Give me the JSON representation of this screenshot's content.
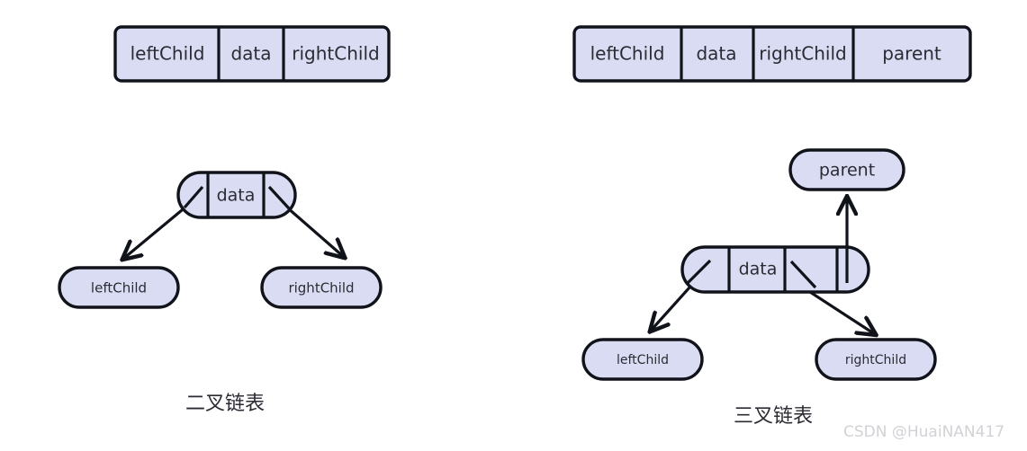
{
  "diagram": {
    "background_color": "#ffffff",
    "node_fill_color": "#dadcf3",
    "node_stroke_color": "#11131a",
    "text_color": "#2b2b33",
    "watermark_color": "#d2d2d6"
  },
  "left_figure": {
    "caption": "二叉链表",
    "struct_box": {
      "cells": [
        {
          "label": "leftChild"
        },
        {
          "label": "data"
        },
        {
          "label": "rightChild"
        }
      ]
    },
    "tree": {
      "root": {
        "cells": [
          {
            "label": ""
          },
          {
            "label": "data"
          },
          {
            "label": ""
          }
        ]
      },
      "children": [
        {
          "label": "leftChild"
        },
        {
          "label": "rightChild"
        }
      ],
      "edges": [
        {
          "from": "root-left-pointer",
          "to": "leftChild"
        },
        {
          "from": "root-right-pointer",
          "to": "rightChild"
        }
      ]
    }
  },
  "right_figure": {
    "caption": "三叉链表",
    "struct_box": {
      "cells": [
        {
          "label": "leftChild"
        },
        {
          "label": "data"
        },
        {
          "label": "rightChild"
        },
        {
          "label": "parent"
        }
      ]
    },
    "tree": {
      "root": {
        "cells": [
          {
            "label": ""
          },
          {
            "label": "data"
          },
          {
            "label": ""
          },
          {
            "label": ""
          }
        ]
      },
      "parent": {
        "label": "parent"
      },
      "children": [
        {
          "label": "leftChild"
        },
        {
          "label": "rightChild"
        }
      ],
      "edges": [
        {
          "from": "root-left-pointer",
          "to": "leftChild"
        },
        {
          "from": "root-right-pointer",
          "to": "rightChild"
        },
        {
          "from": "root-parent-pointer",
          "to": "parent"
        }
      ]
    }
  },
  "watermark": {
    "text": "CSDN @HuaiNAN417"
  }
}
